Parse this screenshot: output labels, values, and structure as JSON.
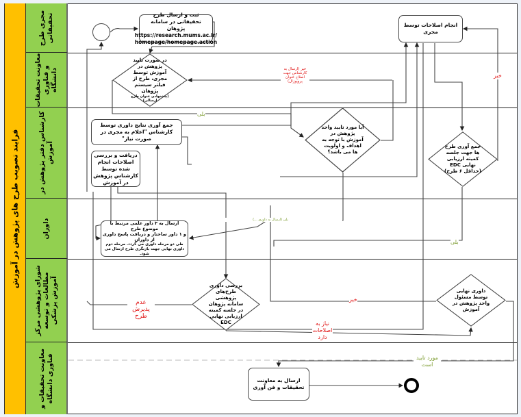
{
  "process_title": "فرایند تصویب طرح های پژوهش در آموزش",
  "lanes": [
    {
      "label": "مجری طرح تحقیقاتی"
    },
    {
      "label": "معاونت تحقیقات و فناوری دانشگاه"
    },
    {
      "label": "کارشناس دفتر پژوهش در آموزش"
    },
    {
      "label": "داوران"
    },
    {
      "label": "شورای پژوهشی مرکز مطالعات و توسعه آموزش پزشکی"
    },
    {
      "label": "معاونت تحقیقات و فناوری دانشگاه"
    }
  ],
  "tasks": {
    "submit": {
      "text": "ثبت و ارسال طرح تحقیقاتی در سامانه پژوهان",
      "url": "https://research.mums.ac.ir/ homepage/homepage.action"
    },
    "revise": {
      "text": "انجام اصلاحات توسط مجری"
    },
    "collect_results": {
      "text": "جمع آوری نتایج داوری توسط کارشناس \"اعلام به مجری در صورت نیاز\""
    },
    "receive_corrections": {
      "text": "دریافت و بررسی اصلاحات انجام شده توسط کارشناس پژوهش در آموزش"
    },
    "send_reviewers": {
      "line1": "ارسال به ۳ داور علمی مرتبط با موضوع طرح",
      "line2": "و ۱ داور ساختار و دریافت پاسخ داوری از داوران",
      "line3": "طی دو مرحله داوری می گردد. مرحله دوم داوری نهایی جهت بازنگری طرح ارسال می شود."
    },
    "send_vice": {
      "text": "ارسال به معاونت تحقیقات و فن آوری"
    }
  },
  "decisions": {
    "filter": {
      "text": "در صورت تایید پژوهش در آموزش توسط مجری، طرح از فیلتر سیستم پژوهان",
      "sub": "(پیشنهادی عنوان طرح ارسالی)"
    },
    "unit_approval": {
      "text": "آیا مورد تایید واحد پژوهش در آموزش با توجه به اهداف و اولویت ها می باشد؟"
    },
    "collect_edc": {
      "text": "جمع آوری طرح ها جهت جلسه کمیته ارزیابی نهایی EDC (حداقل ۶ طرح)"
    },
    "edc_review": {
      "text": "بررسی داوری طرح‌های پژوهشی سامانه پژوهان در جلسه کمیته ارزیابی نهایی EDC"
    },
    "final_review": {
      "text": "داوری نهایی توسط مسئول واحد پژوهش در آموزش"
    }
  },
  "flow_labels": {
    "no_expert": "خیر (ارسال به کارشناس جهت اصلاح عنوان پروپوزال)",
    "yes_1": "بلی",
    "no_right": "خیر",
    "yes_reviewers": "بلی (ارسال به داوری ...)",
    "yes_2": "بلی",
    "no_final": "خیر",
    "rejected": "عدم پذیرش طرح",
    "needs_revision": "نیاز به اصلاحات دارد",
    "approved": "مورد تایید است"
  },
  "colors": {
    "title_band": "#ffc000",
    "lane_band": "#92d050",
    "no_label": "#e01010",
    "yes_label": "#7a9a2c"
  }
}
